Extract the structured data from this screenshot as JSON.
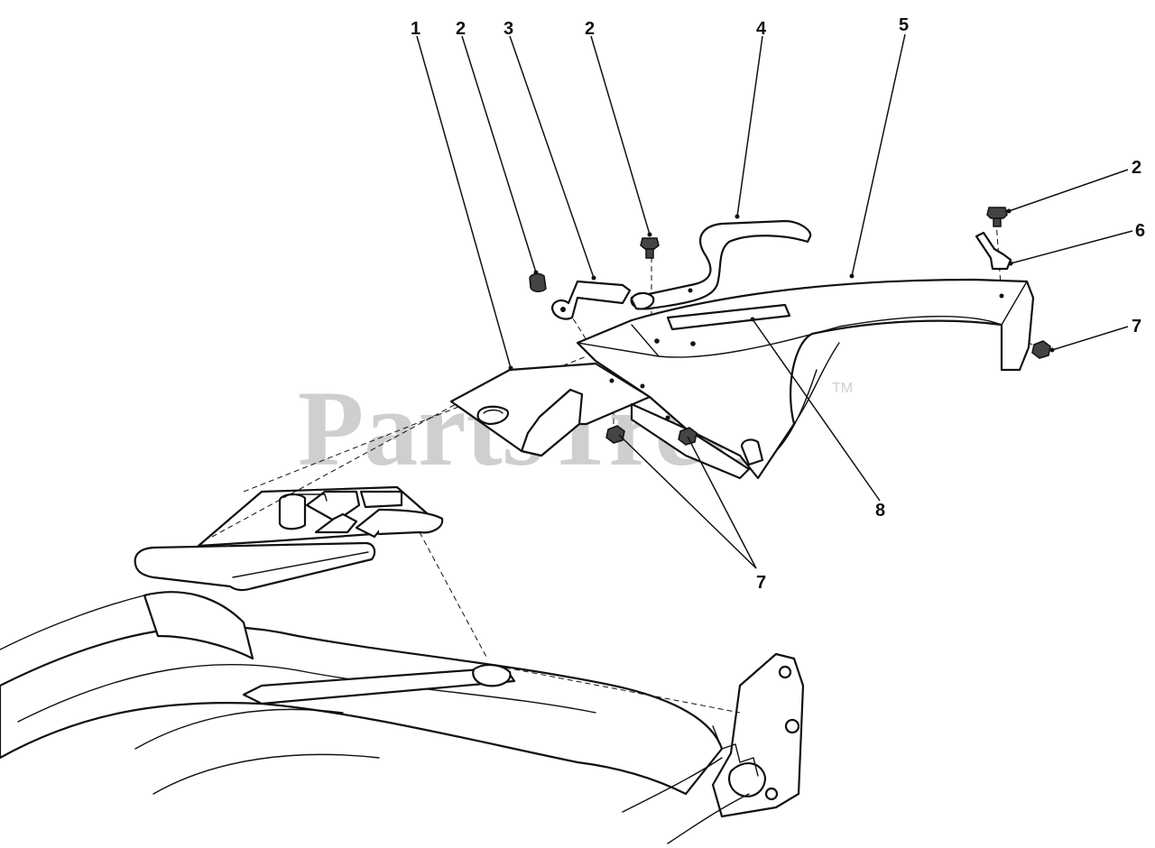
{
  "watermark": {
    "text": "PartsTree",
    "tm": "TM"
  },
  "callouts": [
    {
      "id": "c1",
      "label": "1"
    },
    {
      "id": "c2a",
      "label": "2"
    },
    {
      "id": "c3",
      "label": "3"
    },
    {
      "id": "c2b",
      "label": "2"
    },
    {
      "id": "c4",
      "label": "4"
    },
    {
      "id": "c5",
      "label": "5"
    },
    {
      "id": "c2c",
      "label": "2"
    },
    {
      "id": "c6",
      "label": "6"
    },
    {
      "id": "c7a",
      "label": "7"
    },
    {
      "id": "c8",
      "label": "8"
    },
    {
      "id": "c7b",
      "label": "7"
    }
  ]
}
